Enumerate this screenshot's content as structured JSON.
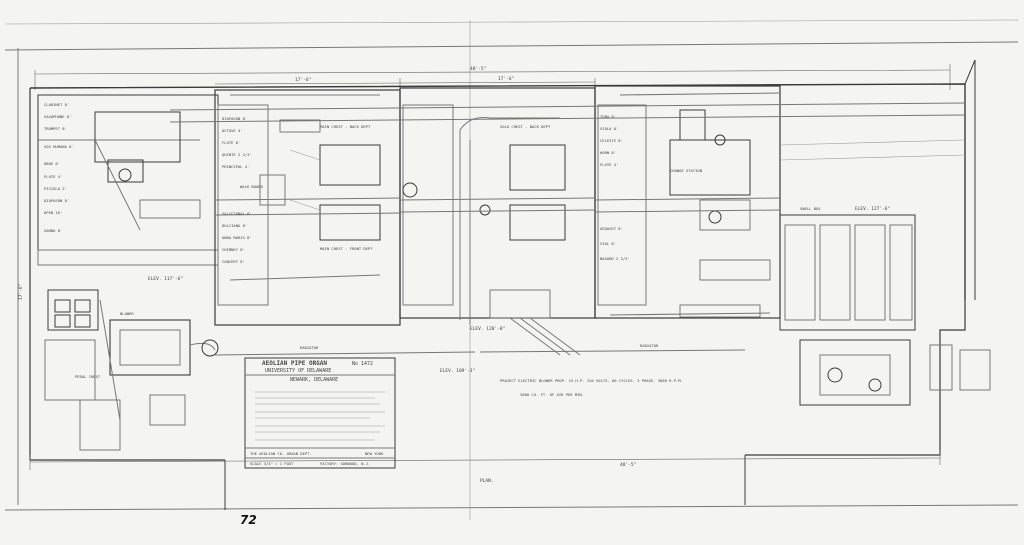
{
  "drawing": {
    "title_block": {
      "title": "AEOLIAN PIPE ORGAN",
      "opus": "No 1472",
      "client": "UNIVERSITY OF DELAWARE",
      "location": "NEWARK, DELAWARE",
      "company": "THE AEOLIAN CO. ORGAN DEPT.",
      "city": "NEW YORK",
      "factory": "FACTORY: GARWOOD, N.J.",
      "scale": "SCALE 3/4\" = 1 FOOT"
    },
    "plan_label": "PLAN.",
    "sheet_number": "72",
    "labels": {
      "top_width": "48'-5\"",
      "left_span": "17'-6\"",
      "right_span": "17'-6\"",
      "bottom_width": "48'-5\"",
      "left_height": "17'-6\"",
      "elev_left": "ELEV. 117'-6\"",
      "elev_center": "ELEV. 120'-0\"",
      "elev_center2": "ELEV. 109'-3\"",
      "elev_right": "ELEV. 127'-6\"",
      "radiator_left": "RADIATOR",
      "radiator_right": "RADIATOR",
      "blower_note": "PROJECT ELECTRIC BLOWER PROP. 15 H.P. 220 VOLTS. 60 CYCLES. 3 PHASE. 3600 R.P.M.",
      "blower_note2": "3000 CU. FT. OF AIR PER MIN.",
      "swell_box": "SWELL BOX",
      "walk_board": "WALK BOARD",
      "main_chest_1": "MAIN CHEST - BACK DEPT",
      "main_chest_2": "MAIN CHEST - FRONT DEPT",
      "chest_note_3": "SOLO CHEST - BACK DEPT",
      "right_note": "CHANGE STATION",
      "pedal_chest": "PEDAL CHEST",
      "blower_label": "BLOWER"
    },
    "stops_left": [
      "CLARINET 8'",
      "SAXOPHONE 8'",
      "TROMPET 8'",
      "VOX HUMANA 8'",
      "OBOE 8'",
      "FLUTE 4'",
      "PICCOLO 2'",
      "DIAPASON 8'",
      "OPEN 16'",
      "GAMBA 8'"
    ],
    "stops_center": [
      "DIAPASON 8'",
      "OCTAVE 4'",
      "FLUTE 8'",
      "QUINTE 2 2/3'",
      "PRINCIPAL 4'",
      "SALICIONAL 8'",
      "DULCIANA 8'",
      "UNDA MARIS 8'",
      "CHIMNEY 8'",
      "CONCERT 8'"
    ],
    "stops_right": [
      "TUBA 8'",
      "VIOLA 8'",
      "CELESTE 8'",
      "HORN 8'",
      "FLUTE 4'",
      "GEDACKT 8'",
      "VIOL 8'",
      "NASARD 2 2/3'"
    ]
  }
}
